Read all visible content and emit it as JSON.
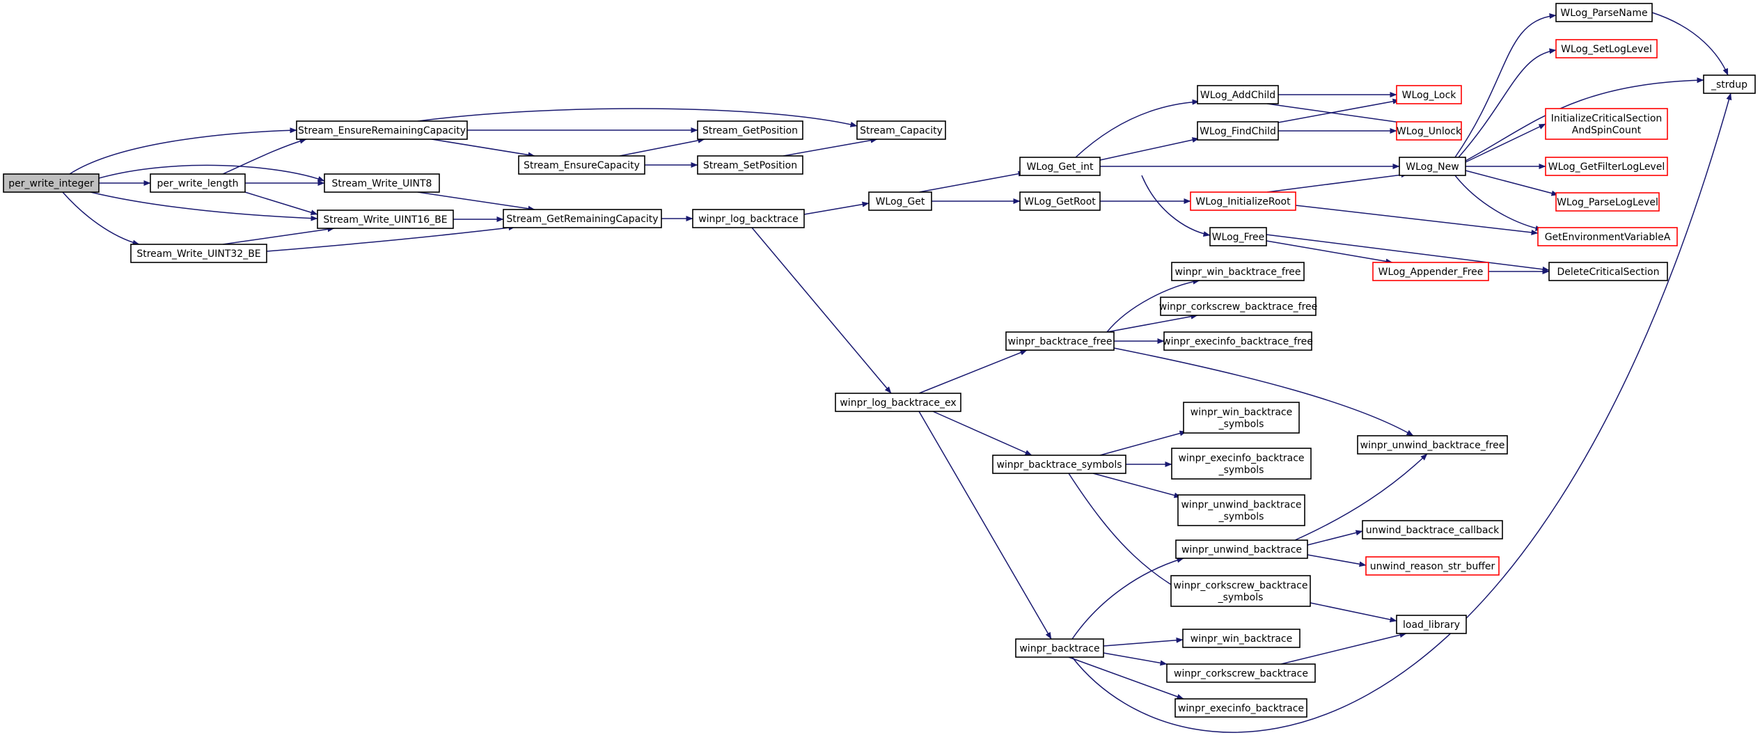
{
  "colors": {
    "edge": "#191970",
    "node_border": "#000000",
    "node_border_linked": "#ff0000",
    "root_fill": "#bfbfbf",
    "node_fill": "#ffffff"
  },
  "nodes": [
    {
      "id": "pwi",
      "lines": [
        "per_write_integer"
      ],
      "kind": "root"
    },
    {
      "id": "pwl",
      "lines": [
        "per_write_length"
      ],
      "kind": "normal"
    },
    {
      "id": "serc",
      "lines": [
        "Stream_EnsureRemainingCapacity"
      ],
      "kind": "normal"
    },
    {
      "id": "swu8",
      "lines": [
        "Stream_Write_UINT8"
      ],
      "kind": "normal"
    },
    {
      "id": "swu16",
      "lines": [
        "Stream_Write_UINT16_BE"
      ],
      "kind": "normal"
    },
    {
      "id": "swu32",
      "lines": [
        "Stream_Write_UINT32_BE"
      ],
      "kind": "normal"
    },
    {
      "id": "sec",
      "lines": [
        "Stream_EnsureCapacity"
      ],
      "kind": "normal"
    },
    {
      "id": "sgrc",
      "lines": [
        "Stream_GetRemainingCapacity"
      ],
      "kind": "normal"
    },
    {
      "id": "sgp",
      "lines": [
        "Stream_GetPosition"
      ],
      "kind": "normal"
    },
    {
      "id": "ssp",
      "lines": [
        "Stream_SetPosition"
      ],
      "kind": "normal"
    },
    {
      "id": "scap",
      "lines": [
        "Stream_Capacity"
      ],
      "kind": "normal"
    },
    {
      "id": "wlb",
      "lines": [
        "winpr_log_backtrace"
      ],
      "kind": "normal"
    },
    {
      "id": "wlog_get",
      "lines": [
        "WLog_Get"
      ],
      "kind": "normal"
    },
    {
      "id": "wlgi",
      "lines": [
        "WLog_Get_int"
      ],
      "kind": "normal"
    },
    {
      "id": "wlgr",
      "lines": [
        "WLog_GetRoot"
      ],
      "kind": "normal"
    },
    {
      "id": "wlac",
      "lines": [
        "WLog_AddChild"
      ],
      "kind": "normal"
    },
    {
      "id": "wlfc",
      "lines": [
        "WLog_FindChild"
      ],
      "kind": "normal"
    },
    {
      "id": "wlir",
      "lines": [
        "WLog_InitializeRoot"
      ],
      "kind": "linked"
    },
    {
      "id": "wlfree",
      "lines": [
        "WLog_Free"
      ],
      "kind": "normal"
    },
    {
      "id": "wllock",
      "lines": [
        "WLog_Lock"
      ],
      "kind": "linked"
    },
    {
      "id": "wlunlock",
      "lines": [
        "WLog_Unlock"
      ],
      "kind": "linked"
    },
    {
      "id": "wlnew",
      "lines": [
        "WLog_New"
      ],
      "kind": "normal"
    },
    {
      "id": "wlaf",
      "lines": [
        "WLog_Appender_Free"
      ],
      "kind": "linked"
    },
    {
      "id": "wlpn",
      "lines": [
        "WLog_ParseName"
      ],
      "kind": "normal"
    },
    {
      "id": "wlsll",
      "lines": [
        "WLog_SetLogLevel"
      ],
      "kind": "linked"
    },
    {
      "id": "icsc",
      "lines": [
        "InitializeCriticalSection",
        "AndSpinCount"
      ],
      "kind": "linked"
    },
    {
      "id": "wlgfl",
      "lines": [
        "WLog_GetFilterLogLevel"
      ],
      "kind": "linked"
    },
    {
      "id": "wlpll",
      "lines": [
        "WLog_ParseLogLevel"
      ],
      "kind": "linked"
    },
    {
      "id": "geva",
      "lines": [
        "GetEnvironmentVariableA"
      ],
      "kind": "linked"
    },
    {
      "id": "dcs",
      "lines": [
        "DeleteCriticalSection"
      ],
      "kind": "normal"
    },
    {
      "id": "strdup",
      "lines": [
        "_strdup"
      ],
      "kind": "normal"
    },
    {
      "id": "wlbex",
      "lines": [
        "winpr_log_backtrace_ex"
      ],
      "kind": "normal"
    },
    {
      "id": "wbfree",
      "lines": [
        "winpr_backtrace_free"
      ],
      "kind": "normal"
    },
    {
      "id": "wwbfree",
      "lines": [
        "winpr_win_backtrace_free"
      ],
      "kind": "normal"
    },
    {
      "id": "wcbfree",
      "lines": [
        "winpr_corkscrew_backtrace_free"
      ],
      "kind": "normal"
    },
    {
      "id": "webfree",
      "lines": [
        "winpr_execinfo_backtrace_free"
      ],
      "kind": "normal"
    },
    {
      "id": "wubfree",
      "lines": [
        "winpr_unwind_backtrace_free"
      ],
      "kind": "normal"
    },
    {
      "id": "wbsym",
      "lines": [
        "winpr_backtrace_symbols"
      ],
      "kind": "normal"
    },
    {
      "id": "wwbsym",
      "lines": [
        "winpr_win_backtrace",
        "_symbols"
      ],
      "kind": "normal"
    },
    {
      "id": "webysm",
      "lines": [
        "winpr_execinfo_backtrace",
        "_symbols"
      ],
      "kind": "normal"
    },
    {
      "id": "wubsym",
      "lines": [
        "winpr_unwind_backtrace",
        "_symbols"
      ],
      "kind": "normal"
    },
    {
      "id": "wub",
      "lines": [
        "winpr_unwind_backtrace"
      ],
      "kind": "normal"
    },
    {
      "id": "wcbsym",
      "lines": [
        "winpr_corkscrew_backtrace",
        "_symbols"
      ],
      "kind": "normal"
    },
    {
      "id": "ubc",
      "lines": [
        "unwind_backtrace_callback"
      ],
      "kind": "normal"
    },
    {
      "id": "ursb",
      "lines": [
        "unwind_reason_str_buffer"
      ],
      "kind": "linked"
    },
    {
      "id": "loadlib",
      "lines": [
        "load_library"
      ],
      "kind": "normal"
    },
    {
      "id": "wbt",
      "lines": [
        "winpr_backtrace"
      ],
      "kind": "normal"
    },
    {
      "id": "wwb",
      "lines": [
        "winpr_win_backtrace"
      ],
      "kind": "normal"
    },
    {
      "id": "wcb",
      "lines": [
        "winpr_corkscrew_backtrace"
      ],
      "kind": "normal"
    },
    {
      "id": "web",
      "lines": [
        "winpr_execinfo_backtrace"
      ],
      "kind": "normal"
    }
  ],
  "edges": [
    [
      "pwi",
      "serc"
    ],
    [
      "pwi",
      "pwl"
    ],
    [
      "pwi",
      "swu8"
    ],
    [
      "pwi",
      "swu16"
    ],
    [
      "pwi",
      "swu32"
    ],
    [
      "pwl",
      "serc"
    ],
    [
      "pwl",
      "swu8"
    ],
    [
      "pwl",
      "swu16"
    ],
    [
      "serc",
      "scap"
    ],
    [
      "serc",
      "sgp"
    ],
    [
      "serc",
      "sec"
    ],
    [
      "sec",
      "sgp"
    ],
    [
      "sec",
      "ssp"
    ],
    [
      "ssp",
      "scap"
    ],
    [
      "swu8",
      "sgrc"
    ],
    [
      "swu16",
      "sgrc"
    ],
    [
      "swu32",
      "swu16"
    ],
    [
      "swu32",
      "sgrc"
    ],
    [
      "sgrc",
      "wlb"
    ],
    [
      "wlb",
      "wlog_get"
    ],
    [
      "wlb",
      "wlbex"
    ],
    [
      "wlog_get",
      "wlgi"
    ],
    [
      "wlog_get",
      "wlgr"
    ],
    [
      "wlgi",
      "wlac"
    ],
    [
      "wlgi",
      "wlfc"
    ],
    [
      "wlgi",
      "wlnew"
    ],
    [
      "wlgi",
      "wlfree"
    ],
    [
      "wlgr",
      "wlir"
    ],
    [
      "wlir",
      "wlnew"
    ],
    [
      "wlir",
      "geva"
    ],
    [
      "wlac",
      "wllock"
    ],
    [
      "wlac",
      "wlunlock"
    ],
    [
      "wlfc",
      "wllock"
    ],
    [
      "wlfc",
      "wlunlock"
    ],
    [
      "wlfree",
      "dcs"
    ],
    [
      "wlfree",
      "wlaf"
    ],
    [
      "wlaf",
      "dcs"
    ],
    [
      "wlnew",
      "wlpn"
    ],
    [
      "wlnew",
      "wlsll"
    ],
    [
      "wlnew",
      "strdup"
    ],
    [
      "wlnew",
      "icsc"
    ],
    [
      "wlnew",
      "wlgfl"
    ],
    [
      "wlnew",
      "wlpll"
    ],
    [
      "wlnew",
      "geva"
    ],
    [
      "wlpn",
      "strdup"
    ],
    [
      "wlbex",
      "wbfree"
    ],
    [
      "wlbex",
      "wbsym"
    ],
    [
      "wlbex",
      "wbt"
    ],
    [
      "wbfree",
      "wwbfree"
    ],
    [
      "wbfree",
      "wcbfree"
    ],
    [
      "wbfree",
      "webfree"
    ],
    [
      "wbfree",
      "wubfree"
    ],
    [
      "wbsym",
      "wwbsym"
    ],
    [
      "wbsym",
      "webysm"
    ],
    [
      "wbsym",
      "wubsym"
    ],
    [
      "wbsym",
      "wcbsym"
    ],
    [
      "wub",
      "wubfree"
    ],
    [
      "wub",
      "ubc"
    ],
    [
      "wub",
      "ursb"
    ],
    [
      "wcbsym",
      "loadlib"
    ],
    [
      "wbt",
      "wub"
    ],
    [
      "wbt",
      "wwb"
    ],
    [
      "wbt",
      "wcb"
    ],
    [
      "wbt",
      "web"
    ],
    [
      "wbt",
      "strdup"
    ],
    [
      "wcb",
      "loadlib"
    ]
  ]
}
